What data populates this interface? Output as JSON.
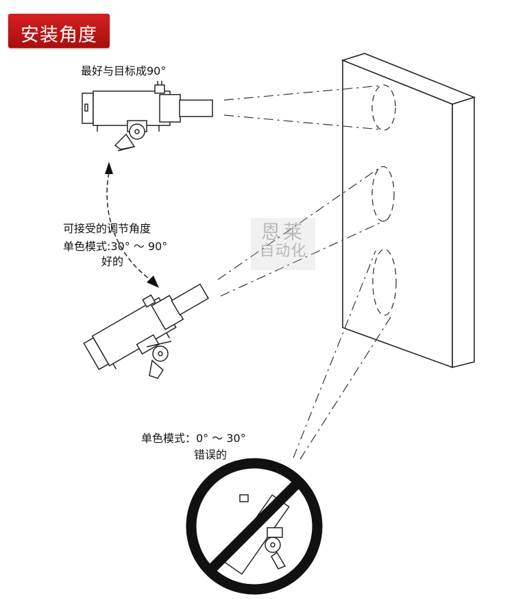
{
  "header": {
    "title": "安装角度"
  },
  "labels": {
    "best": "最好与目标成90°",
    "acceptable_line1": "可接受的调节角度",
    "acceptable_line2": "单色模式:30° ～ 90°",
    "acceptable_line3": "好的",
    "wrong_line1": "单色模式：0° ～ 30°",
    "wrong_line2": "错误的"
  },
  "watermark": {
    "line1": "恩莱",
    "line2": "自动化"
  },
  "colors": {
    "title_bg": "#c21414",
    "title_text": "#ffffff",
    "line": "#222222",
    "no_sign": "#111111"
  },
  "icons": [
    "sensor-icon",
    "prohibition-icon",
    "arrow-icon"
  ]
}
